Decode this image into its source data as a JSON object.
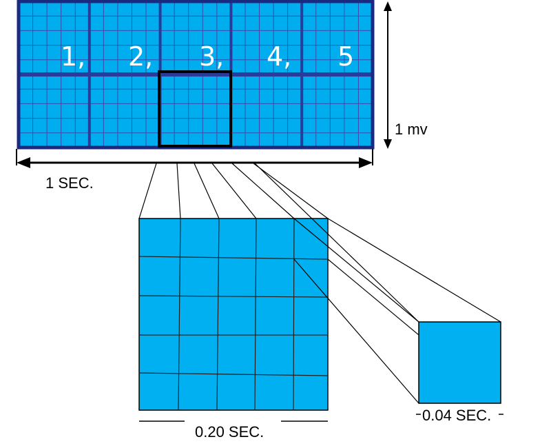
{
  "strip": {
    "box_labels": [
      "1,",
      "2,",
      "3,",
      "4,",
      "5"
    ],
    "height_label": "1 mv",
    "width_label": "1 SEC."
  },
  "magnified_large": {
    "label": "0.20 SEC."
  },
  "magnified_small": {
    "label": "0.04 SEC."
  },
  "colors": {
    "grid_fill": "#00b0f0",
    "strip_bg": "#00aeef",
    "strip_border": "#1a2a80",
    "heavy_line": "#2a3c9a",
    "fine_line": "#3c4aa8",
    "magnified_line": "#222222",
    "outline": "#000000",
    "label_on_grid": "#ffffff"
  }
}
